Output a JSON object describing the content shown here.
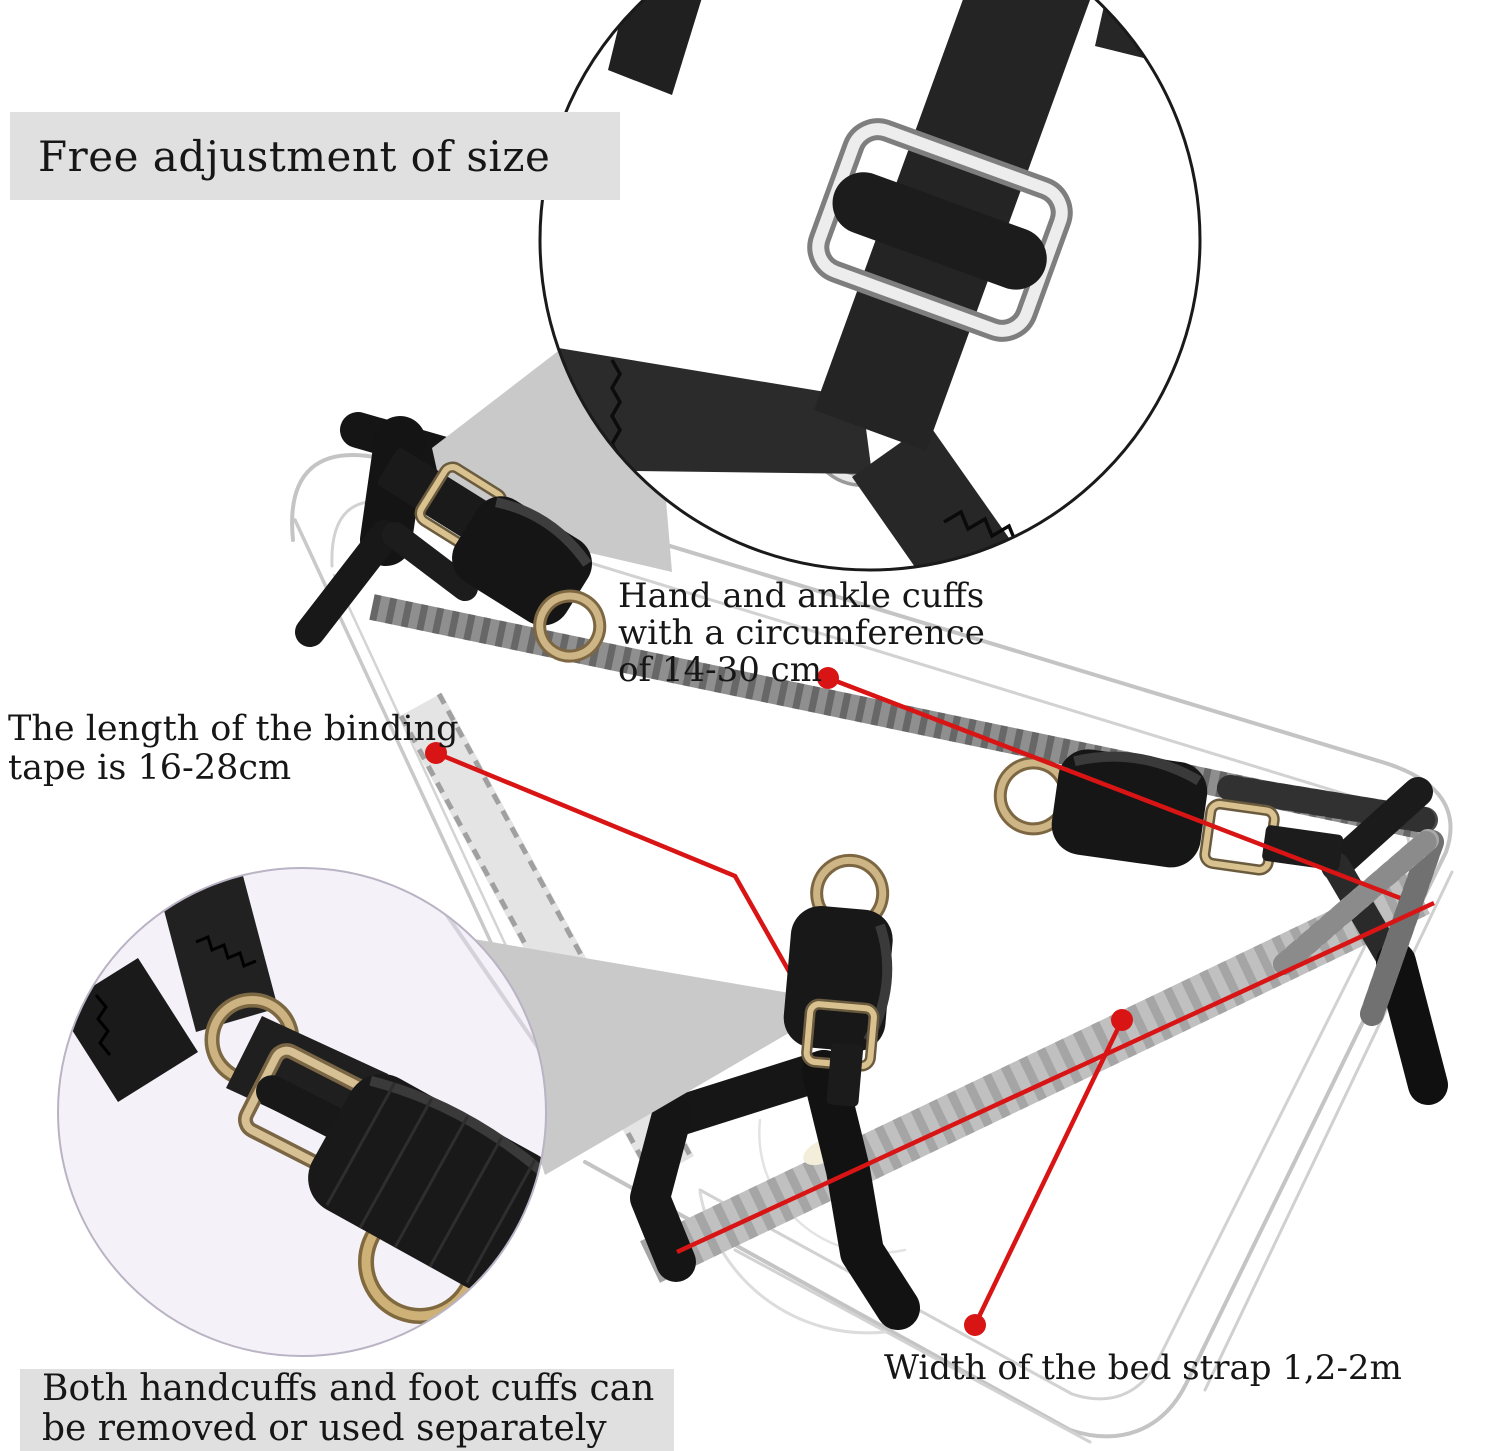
{
  "title": {
    "text": "Free adjustment of size"
  },
  "annotations": {
    "cuff_size": {
      "lines": [
        "Hand and ankle cuffs",
        "with a circumference",
        "of 14-30 cm"
      ]
    },
    "binding_tape": {
      "lines": [
        "The length of the binding",
        "tape is 16-28cm"
      ]
    },
    "bed_strap": {
      "text": "Width of the bed strap 1,2-2m"
    },
    "removable": {
      "lines": [
        "Both handcuffs and foot cuffs can",
        "be removed or used separately"
      ]
    }
  },
  "colors": {
    "annotation_red": "#d91414",
    "hardware_gold": "#cdb381",
    "label_background": "#e0e0e0",
    "inset_background": "#f4f1f8"
  }
}
